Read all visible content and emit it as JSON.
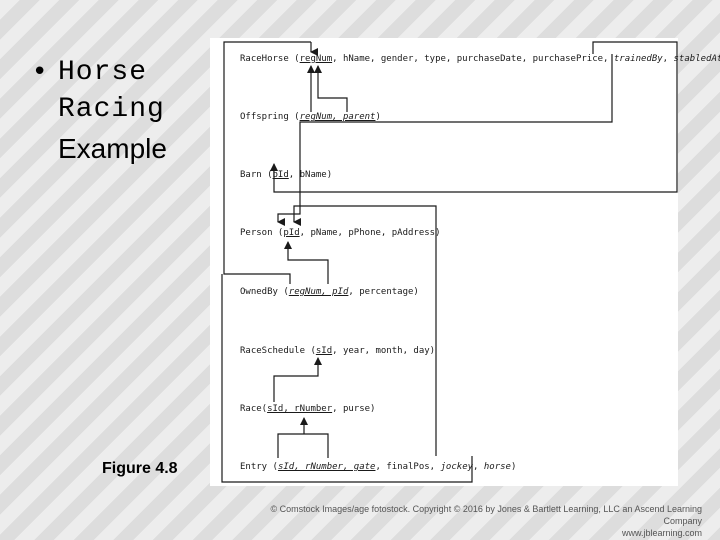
{
  "slide": {
    "bullet": "•",
    "title_mono": [
      "Horse",
      "Racing"
    ],
    "title_sans": "Example",
    "figure_caption": "Figure 4.8"
  },
  "diagram": {
    "relations": [
      {
        "id": "racehorse",
        "parts": [
          {
            "t": "RaceHorse (",
            "s": "plain"
          },
          {
            "t": "regNum",
            "s": "pk"
          },
          {
            "t": ", hName, gender, type, purchaseDate, purchasePrice, ",
            "s": "plain"
          },
          {
            "t": "trainedBy",
            "s": "fk"
          },
          {
            "t": ", ",
            "s": "plain"
          },
          {
            "t": "stabledAt",
            "s": "fk"
          },
          {
            "t": ")",
            "s": "plain"
          }
        ]
      },
      {
        "id": "offspring",
        "parts": [
          {
            "t": "Offspring (",
            "s": "plain"
          },
          {
            "t": "regNum, parent",
            "s": "pk fk"
          },
          {
            "t": ")",
            "s": "plain"
          }
        ]
      },
      {
        "id": "barn",
        "parts": [
          {
            "t": "Barn (",
            "s": "plain"
          },
          {
            "t": "bId",
            "s": "pk"
          },
          {
            "t": ", bName)",
            "s": "plain"
          }
        ]
      },
      {
        "id": "person",
        "parts": [
          {
            "t": "Person (",
            "s": "plain"
          },
          {
            "t": "pId",
            "s": "pk"
          },
          {
            "t": ", pName, pPhone, pAddress)",
            "s": "plain"
          }
        ]
      },
      {
        "id": "ownedby",
        "parts": [
          {
            "t": "OwnedBy (",
            "s": "plain"
          },
          {
            "t": "regNum, pId",
            "s": "pk fk"
          },
          {
            "t": ", percentage)",
            "s": "plain"
          }
        ]
      },
      {
        "id": "raceschedule",
        "parts": [
          {
            "t": "RaceSchedule (",
            "s": "plain"
          },
          {
            "t": "sId",
            "s": "pk"
          },
          {
            "t": ", year, month, day)",
            "s": "plain"
          }
        ]
      },
      {
        "id": "race",
        "parts": [
          {
            "t": "Race(",
            "s": "plain"
          },
          {
            "t": "sId, rNumber",
            "s": "pk"
          },
          {
            "t": ", purse)",
            "s": "plain"
          }
        ]
      },
      {
        "id": "entry",
        "parts": [
          {
            "t": "Entry (",
            "s": "plain"
          },
          {
            "t": "sId, rNumber, gate",
            "s": "pk fk"
          },
          {
            "t": ", finalPos, ",
            "s": "plain"
          },
          {
            "t": "jockey",
            "s": "fk"
          },
          {
            "t": ", ",
            "s": "plain"
          },
          {
            "t": "horse",
            "s": "fk"
          },
          {
            "t": ")",
            "s": "plain"
          }
        ]
      }
    ],
    "line_color": "#1a1a1a"
  },
  "footer": {
    "copyright_line1": "© Comstock Images/age fotostock. Copyright © 2016 by Jones & Bartlett Learning, LLC an Ascend Learning Company",
    "copyright_line2": "www.jblearning.com"
  }
}
